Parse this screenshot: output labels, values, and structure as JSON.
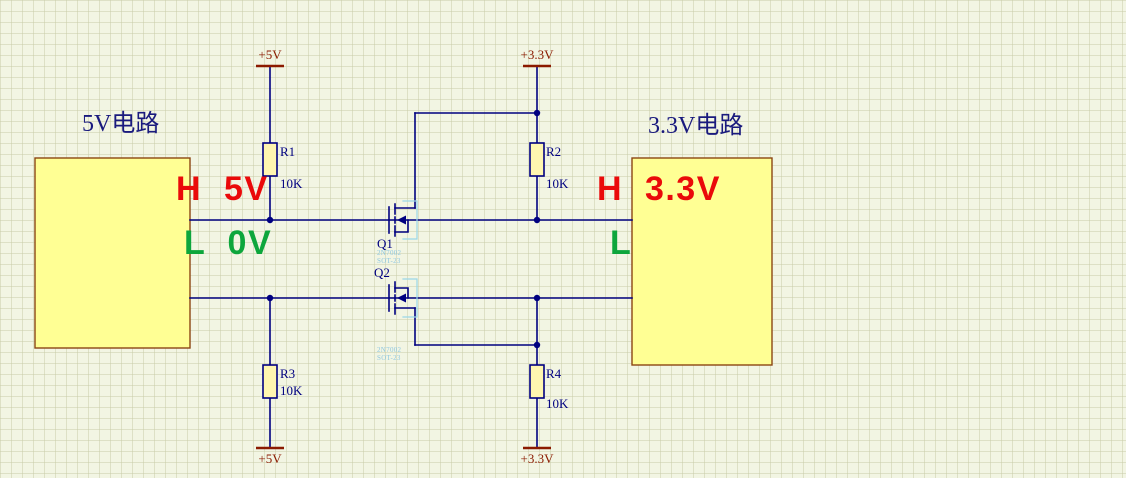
{
  "diagram": {
    "type": "schematic-bidirectional-level-shifter",
    "titles": {
      "left_box": "5V电路",
      "right_box": "3.3V电路"
    },
    "power_ports": {
      "top_left": "+5V",
      "top_right": "+3.3V",
      "bottom_left": "+5V",
      "bottom_right": "+3.3V"
    },
    "components": {
      "r1": {
        "designator": "R1",
        "value": "10K"
      },
      "r2": {
        "designator": "R2",
        "value": "10K"
      },
      "r3": {
        "designator": "R3",
        "value": "10K"
      },
      "r4": {
        "designator": "R4",
        "value": "10K"
      },
      "q1": {
        "designator": "Q1",
        "note1": "2N7002",
        "note2": "SOT-23"
      },
      "q2": {
        "designator": "Q2",
        "note1": "2N7002",
        "note2": "SOT-23"
      }
    },
    "annotations": {
      "left_high": "H  5V",
      "left_low": "L  0V",
      "right_high": "H  3.3V",
      "right_low": "L"
    },
    "colors": {
      "background": "#f2f5e3",
      "wire": "#000080",
      "power": "#8b1a00",
      "box_fill": "#ffff94",
      "box_border": "#8c4613",
      "component_fill": "#fff6b0",
      "label": "#000080",
      "annotation_red": "#ea0a0a",
      "annotation_green": "#0da63c",
      "mosfet_accent": "#9ad7e8"
    }
  }
}
